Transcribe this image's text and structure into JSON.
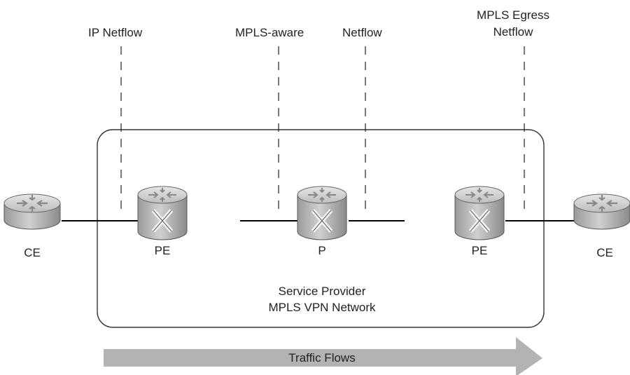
{
  "netflow_labels": {
    "ip_netflow": "IP Netflow",
    "mpls_aware": "MPLS-aware",
    "netflow": "Netflow",
    "mpls_egress_line1": "MPLS Egress",
    "mpls_egress_line2": "Netflow"
  },
  "devices": {
    "ce_left": "CE",
    "pe_left": "PE",
    "p": "P",
    "pe_right": "PE",
    "ce_right": "CE"
  },
  "network": {
    "line1": "Service Provider",
    "line2": "MPLS VPN Network"
  },
  "traffic": {
    "label": "Traffic Flows"
  },
  "colors": {
    "line": "#000000",
    "router_body": "#b9b9b9",
    "router_top": "#d7d7d7",
    "arrow": "#b3b3b3",
    "box_border": "#333333"
  }
}
